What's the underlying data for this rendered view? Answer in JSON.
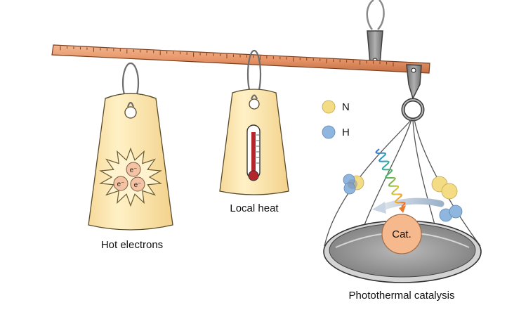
{
  "labels": {
    "hot_electrons": "Hot electrons",
    "local_heat": "Local heat",
    "photothermal": "Photothermal catalysis",
    "catalyst": "Cat."
  },
  "legend": [
    {
      "symbol": "N",
      "color": "#f4dc84"
    },
    {
      "symbol": "H",
      "color": "#8fb6de"
    }
  ],
  "electron_symbol": "e⁻",
  "colors": {
    "beam": "#e89c6c",
    "weight": "#fde7a8",
    "cat": "#f6b98d",
    "metal": "#8e8e8e",
    "mercury": "#b3262b",
    "arrow": "#e87a2e"
  }
}
